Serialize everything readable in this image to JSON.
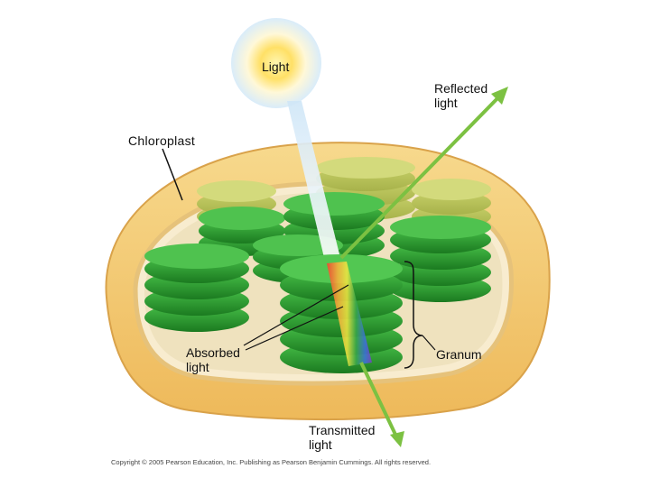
{
  "labels": {
    "light": "Light",
    "reflected_1": "Reflected",
    "reflected_2": "light",
    "chloroplast": "Chloroplast",
    "absorbed_1": "Absorbed",
    "absorbed_2": "light",
    "granum": "Granum",
    "transmitted_1": "Transmitted",
    "transmitted_2": "light"
  },
  "copyright": "Copyright © 2005 Pearson Education, Inc. Publishing as Pearson Benjamin Cummings. All rights reserved.",
  "colors": {
    "envelope_outer": "#f2c46a",
    "envelope_inner": "#f7dba0",
    "stroma": "#efe3c2",
    "thylakoid": "#2fa52f",
    "thylakoid_dark": "#1d7d22",
    "arrow": "#7cc142",
    "sun": "#ffe066"
  }
}
